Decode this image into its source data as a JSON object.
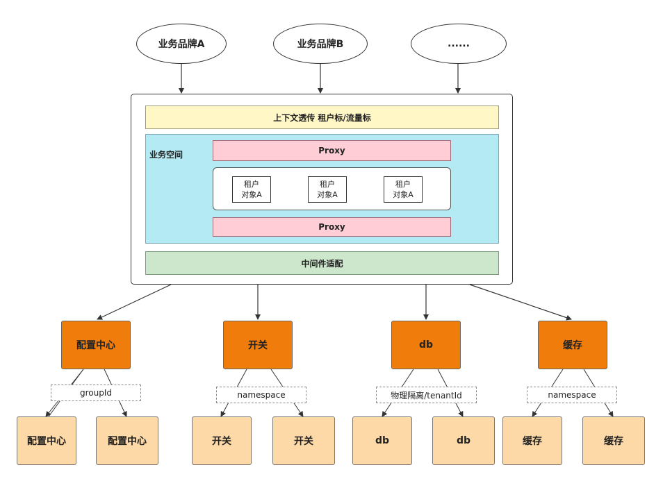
{
  "brands": [
    {
      "label": "业务品牌A"
    },
    {
      "label": "业务品牌B"
    },
    {
      "label": "......"
    }
  ],
  "context_bar": {
    "label": "上下文透传 租户标/流量标"
  },
  "business_space": {
    "label": "业务空间",
    "proxy_top": "Proxy",
    "proxy_bottom": "Proxy",
    "tenants": [
      {
        "line1": "租户",
        "line2": "对象A"
      },
      {
        "line1": "租户",
        "line2": "对象A"
      },
      {
        "line1": "租户",
        "line2": "对象A"
      }
    ]
  },
  "middleware": {
    "label": "中间件适配"
  },
  "components": [
    {
      "label": "配置中心",
      "isolation": "groupId",
      "instances": [
        "配置中心",
        "配置中心"
      ]
    },
    {
      "label": "开关",
      "isolation": "namespace",
      "instances": [
        "开关",
        "开关"
      ]
    },
    {
      "label": "db",
      "isolation": "物理隔离/tenantId",
      "instances": [
        "db",
        "db"
      ]
    },
    {
      "label": "缓存",
      "isolation": "namespace",
      "instances": [
        "缓存",
        "缓存"
      ]
    }
  ],
  "colors": {
    "context_bar": "#fff8c6",
    "business_space": "#b4eaf3",
    "proxy": "#ffcdd6",
    "middleware": "#cde7cc",
    "component": "#f07c0c",
    "instance": "#fdd9a7"
  }
}
